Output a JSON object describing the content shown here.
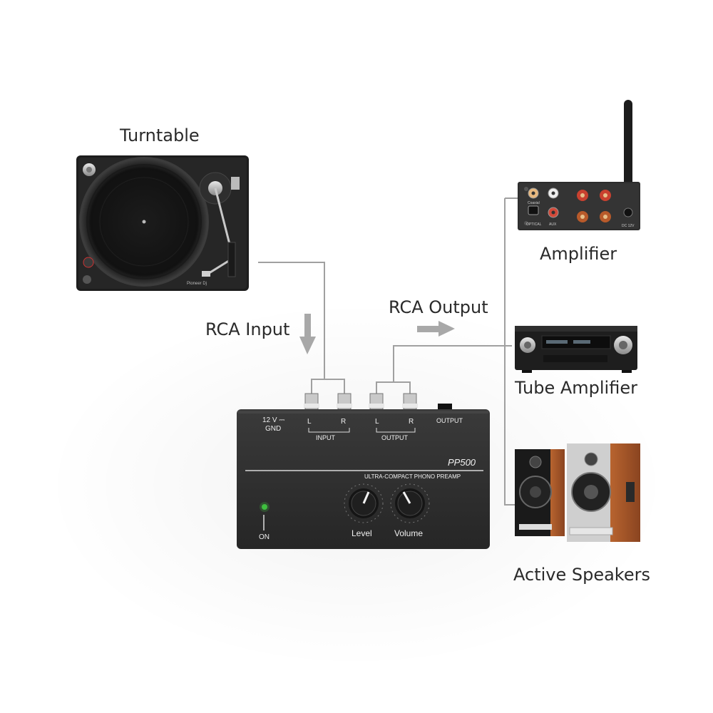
{
  "labels": {
    "turntable": "Turntable",
    "rca_input": "RCA Input",
    "rca_output": "RCA Output",
    "amplifier": "Amplifier",
    "tube_amplifier": "Tube Amplifier",
    "active_speakers": "Active Speakers"
  },
  "preamp": {
    "power_label": "12 V ⎓",
    "gnd_label": "GND",
    "input_l": "L",
    "input_r": "R",
    "input_label": "INPUT",
    "output_l": "L",
    "output_r": "R",
    "output_label": "OUTPUT",
    "output_jack_label": "OUTPUT",
    "model": "PP500",
    "subtitle": "ULTRA-COMPACT PHONO PREAMP",
    "knob_level": "Level",
    "knob_volume": "Volume",
    "on_label": "ON"
  },
  "turntable_device": {
    "brand": "Pioneer Dj"
  },
  "amplifier_device": {
    "coaxial": "Coaxial",
    "optical": "OPTICAL",
    "aux": "AUX",
    "dc": "DC 12V"
  },
  "colors": {
    "device_body": "#2b2b2b",
    "cable": "#9a9a9a",
    "arrow": "#a9a9a9",
    "speaker_wood": "#a0532a",
    "led": "#3fbf3f"
  }
}
